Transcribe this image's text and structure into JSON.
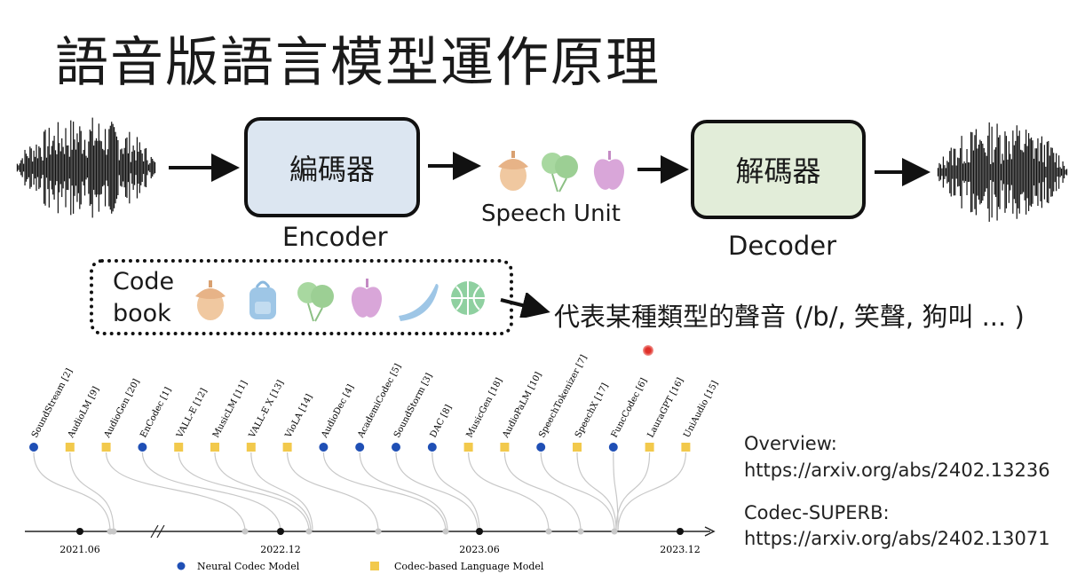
{
  "title": "語音版語言模型運作原理",
  "encoder": {
    "box_label": "編碼器",
    "caption": "Encoder"
  },
  "decoder": {
    "box_label": "解碼器",
    "caption": "Decoder"
  },
  "speech_unit": {
    "caption": "Speech Unit",
    "icons": [
      "acorn-icon",
      "balloons-icon",
      "apple-icon"
    ]
  },
  "codebook": {
    "label": "Code\nbook",
    "icons": [
      "acorn-icon",
      "backpack-icon",
      "balloons-icon",
      "apple-icon",
      "banana-icon",
      "basketball-icon"
    ],
    "description": "代表某種類型的聲音 (/b/, 笑聲, 狗叫 ... )"
  },
  "colors": {
    "encoder_fill": "#dce6f1",
    "decoder_fill": "#e2edd9",
    "acorn": "#f0c8a0",
    "backpack": "#9ec6e6",
    "balloons": "#a8d8a0",
    "apple": "#d9a6d9",
    "banana": "#9ec6e6",
    "basketball": "#8fd0a0",
    "neural_codec": "#1f4fb5",
    "codec_lm": "#f2c94c"
  },
  "timeline": {
    "models": [
      {
        "name": "SoundStream [2]",
        "kind": "neural"
      },
      {
        "name": "AudioLM [9]",
        "kind": "lm"
      },
      {
        "name": "AudioGen [20]",
        "kind": "lm"
      },
      {
        "name": "EnCodec [1]",
        "kind": "neural"
      },
      {
        "name": "VALL-E [12]",
        "kind": "lm"
      },
      {
        "name": "MusicLM [11]",
        "kind": "lm"
      },
      {
        "name": "VALL-E X [13]",
        "kind": "lm"
      },
      {
        "name": "VioLA [14]",
        "kind": "lm"
      },
      {
        "name": "AudioDec [4]",
        "kind": "neural"
      },
      {
        "name": "AcademiCodec [5]",
        "kind": "neural"
      },
      {
        "name": "SoundStorm [3]",
        "kind": "neural"
      },
      {
        "name": "DAC [8]",
        "kind": "neural"
      },
      {
        "name": "MusicGen [18]",
        "kind": "lm"
      },
      {
        "name": "AudioPaLM [10]",
        "kind": "lm"
      },
      {
        "name": "SpeechTokenizer [7]",
        "kind": "neural"
      },
      {
        "name": "SpeechX [17]",
        "kind": "lm"
      },
      {
        "name": "FuncCodec [6]",
        "kind": "neural"
      },
      {
        "name": "LauraGPT [16]",
        "kind": "lm"
      },
      {
        "name": "UniAudio [15]",
        "kind": "lm"
      }
    ],
    "ticks": [
      "2021.06",
      "2022.12",
      "2023.06",
      "2023.12"
    ],
    "legend": {
      "neural": "Neural  Codec Model",
      "lm": "Codec-based Language Model"
    }
  },
  "references": {
    "overview_label": "Overview:",
    "overview_url": "https://arxiv.org/abs/2402.13236",
    "superb_label": "Codec-SUPERB:",
    "superb_url": "https://arxiv.org/abs/2402.13071"
  }
}
